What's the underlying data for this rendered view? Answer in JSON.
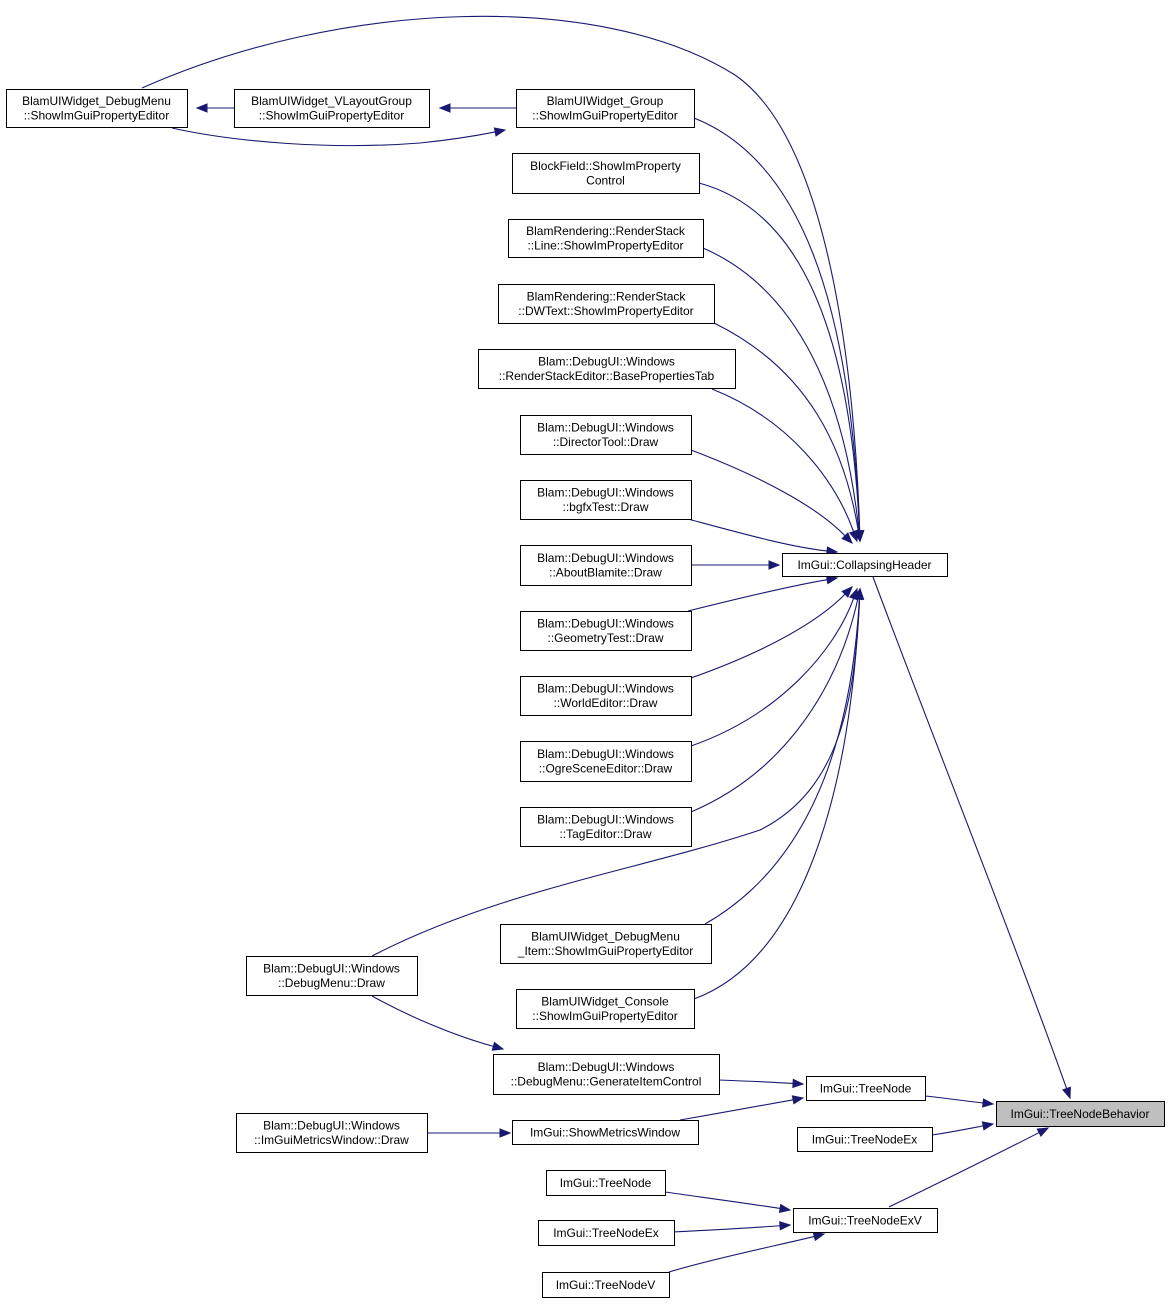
{
  "nodes": [
    {
      "id": "debugmenu_editor",
      "lines": [
        "BlamUIWidget_DebugMenu",
        "::ShowImGuiPropertyEditor"
      ]
    },
    {
      "id": "vlayout_editor",
      "lines": [
        "BlamUIWidget_VLayoutGroup",
        "::ShowImGuiPropertyEditor"
      ]
    },
    {
      "id": "group_editor",
      "lines": [
        "BlamUIWidget_Group",
        "::ShowImGuiPropertyEditor"
      ]
    },
    {
      "id": "blockfield",
      "lines": [
        "BlockField::ShowImProperty",
        "Control"
      ]
    },
    {
      "id": "rs_line",
      "lines": [
        "BlamRendering::RenderStack",
        "::Line::ShowImPropertyEditor"
      ]
    },
    {
      "id": "rs_dwtext",
      "lines": [
        "BlamRendering::RenderStack",
        "::DWText::ShowImPropertyEditor"
      ]
    },
    {
      "id": "rs_editor_tab",
      "lines": [
        "Blam::DebugUI::Windows",
        "::RenderStackEditor::BasePropertiesTab"
      ]
    },
    {
      "id": "director_tool",
      "lines": [
        "Blam::DebugUI::Windows",
        "::DirectorTool::Draw"
      ]
    },
    {
      "id": "bgfx_test",
      "lines": [
        "Blam::DebugUI::Windows",
        "::bgfxTest::Draw"
      ]
    },
    {
      "id": "about_blamite",
      "lines": [
        "Blam::DebugUI::Windows",
        "::AboutBlamite::Draw"
      ]
    },
    {
      "id": "geometry_test",
      "lines": [
        "Blam::DebugUI::Windows",
        "::GeometryTest::Draw"
      ]
    },
    {
      "id": "world_editor",
      "lines": [
        "Blam::DebugUI::Windows",
        "::WorldEditor::Draw"
      ]
    },
    {
      "id": "ogre_scene",
      "lines": [
        "Blam::DebugUI::Windows",
        "::OgreSceneEditor::Draw"
      ]
    },
    {
      "id": "tag_editor",
      "lines": [
        "Blam::DebugUI::Windows",
        "::TagEditor::Draw"
      ]
    },
    {
      "id": "debugmenu_item",
      "lines": [
        "BlamUIWidget_DebugMenu",
        "_Item::ShowImGuiPropertyEditor"
      ]
    },
    {
      "id": "debugmenu_draw",
      "lines": [
        "Blam::DebugUI::Windows",
        "::DebugMenu::Draw"
      ]
    },
    {
      "id": "console_editor",
      "lines": [
        "BlamUIWidget_Console",
        "::ShowImGuiPropertyEditor"
      ]
    },
    {
      "id": "collapsing_header",
      "lines": [
        "ImGui::CollapsingHeader"
      ]
    },
    {
      "id": "gen_item_control",
      "lines": [
        "Blam::DebugUI::Windows",
        "::DebugMenu::GenerateItemControl"
      ]
    },
    {
      "id": "metrics_draw",
      "lines": [
        "Blam::DebugUI::Windows",
        "::ImGuiMetricsWindow::Draw"
      ]
    },
    {
      "id": "show_metrics",
      "lines": [
        "ImGui::ShowMetricsWindow"
      ]
    },
    {
      "id": "treenode_a",
      "lines": [
        "ImGui::TreeNode"
      ]
    },
    {
      "id": "treenodeex_a",
      "lines": [
        "ImGui::TreeNodeEx"
      ]
    },
    {
      "id": "treenode_behavior",
      "lines": [
        "ImGui::TreeNodeBehavior"
      ]
    },
    {
      "id": "treenode_b",
      "lines": [
        "ImGui::TreeNode"
      ]
    },
    {
      "id": "treenodeex_b",
      "lines": [
        "ImGui::TreeNodeEx"
      ]
    },
    {
      "id": "treenodev",
      "lines": [
        "ImGui::TreeNodeV"
      ]
    },
    {
      "id": "treenodeexv",
      "lines": [
        "ImGui::TreeNodeExV"
      ]
    }
  ],
  "edges": [
    {
      "from": "vlayout_editor",
      "to": "debugmenu_editor"
    },
    {
      "from": "group_editor",
      "to": "vlayout_editor"
    },
    {
      "from": "debugmenu_editor",
      "to": "group_editor"
    },
    {
      "from": "debugmenu_editor",
      "to": "collapsing_header"
    },
    {
      "from": "group_editor",
      "to": "collapsing_header"
    },
    {
      "from": "blockfield",
      "to": "collapsing_header"
    },
    {
      "from": "rs_line",
      "to": "collapsing_header"
    },
    {
      "from": "rs_dwtext",
      "to": "collapsing_header"
    },
    {
      "from": "rs_editor_tab",
      "to": "collapsing_header"
    },
    {
      "from": "director_tool",
      "to": "collapsing_header"
    },
    {
      "from": "bgfx_test",
      "to": "collapsing_header"
    },
    {
      "from": "about_blamite",
      "to": "collapsing_header"
    },
    {
      "from": "geometry_test",
      "to": "collapsing_header"
    },
    {
      "from": "world_editor",
      "to": "collapsing_header"
    },
    {
      "from": "ogre_scene",
      "to": "collapsing_header"
    },
    {
      "from": "tag_editor",
      "to": "collapsing_header"
    },
    {
      "from": "debugmenu_draw",
      "to": "collapsing_header"
    },
    {
      "from": "debugmenu_item",
      "to": "collapsing_header"
    },
    {
      "from": "console_editor",
      "to": "collapsing_header"
    },
    {
      "from": "debugmenu_draw",
      "to": "gen_item_control"
    },
    {
      "from": "metrics_draw",
      "to": "show_metrics"
    },
    {
      "from": "gen_item_control",
      "to": "treenode_a"
    },
    {
      "from": "show_metrics",
      "to": "treenode_a"
    },
    {
      "from": "collapsing_header",
      "to": "treenode_behavior"
    },
    {
      "from": "treenode_a",
      "to": "treenode_behavior"
    },
    {
      "from": "treenodeex_a",
      "to": "treenode_behavior"
    },
    {
      "from": "treenodeexv",
      "to": "treenode_behavior"
    },
    {
      "from": "treenode_b",
      "to": "treenodeexv"
    },
    {
      "from": "treenodeex_b",
      "to": "treenodeexv"
    },
    {
      "from": "treenodev",
      "to": "treenodeexv"
    }
  ]
}
